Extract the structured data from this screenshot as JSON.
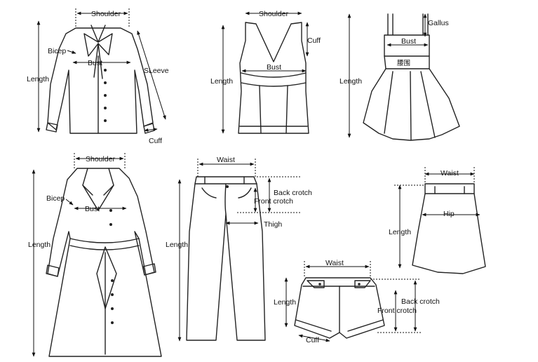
{
  "labels": {
    "blouse_shoulder": "Shoulder",
    "blouse_bicep": "Bicep",
    "blouse_bust": "Bust",
    "blouse_length": "Length",
    "blouse_sleeve": "SLeeve",
    "blouse_cuff": "Cuff",
    "tank_shoulder": "Shoulder",
    "tank_cuff": "Cuff",
    "tank_bust": "Bust",
    "tank_length": "Length",
    "dress_gallus": "Gallus",
    "dress_bust": "Bust",
    "dress_waist_cn": "腰围",
    "dress_length": "Length",
    "coat_shoulder": "Shoulder",
    "coat_bicep": "Bicep",
    "coat_bust": "Bust",
    "coat_length": "Length",
    "pants_waist": "Waist",
    "pants_back_crotch": "Back crotch",
    "pants_front_crotch": "Front crotch",
    "pants_thigh": "Thigh",
    "pants_length": "Length",
    "skirt_waist": "Waist",
    "skirt_hip": "Hip",
    "skirt_length": "Length",
    "shorts_waist": "Waist",
    "shorts_length": "Length",
    "shorts_back_crotch": "Back crotch",
    "shorts_front_crotch": "Front crotch",
    "shorts_cuff": "Cuff"
  }
}
